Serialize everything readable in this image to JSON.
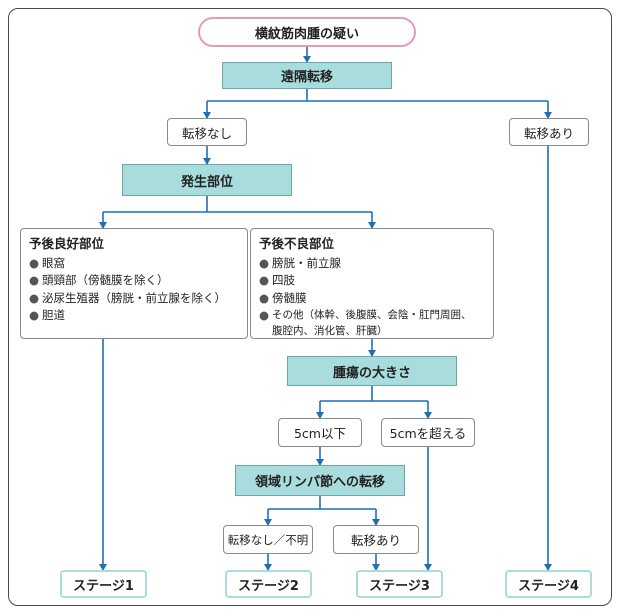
{
  "start": "横紋筋肉腫の疑い",
  "q_metastasis": "遠隔転移",
  "no_metastasis": "転移なし",
  "yes_metastasis": "転移あり",
  "q_site": "発生部位",
  "good_site": {
    "title": "予後良好部位",
    "items": [
      "眼窩",
      "頭頸部（傍髄膜を除く）",
      "泌尿生殖器（膀胱・前立腺を除く）",
      "胆道"
    ]
  },
  "poor_site": {
    "title": "予後不良部位",
    "items": [
      "膀胱・前立腺",
      "四肢",
      "傍髄膜",
      "その他（体幹、後腹膜、会陰・肛門周囲、\n腹腔内、消化管、肝臓）"
    ]
  },
  "q_size": "腫瘍の大きさ",
  "size_small": "5cm以下",
  "size_large": "5cmを超える",
  "q_lymph": "領域リンパ節への転移",
  "lymph_no": "転移なし／不明",
  "lymph_yes": "転移あり",
  "stages": [
    "ステージ1",
    "ステージ2",
    "ステージ3",
    "ステージ4"
  ],
  "colors": {
    "arrow": "#1f6fb8",
    "teal": "#a9dcdc",
    "pink": "#e59ab7"
  }
}
